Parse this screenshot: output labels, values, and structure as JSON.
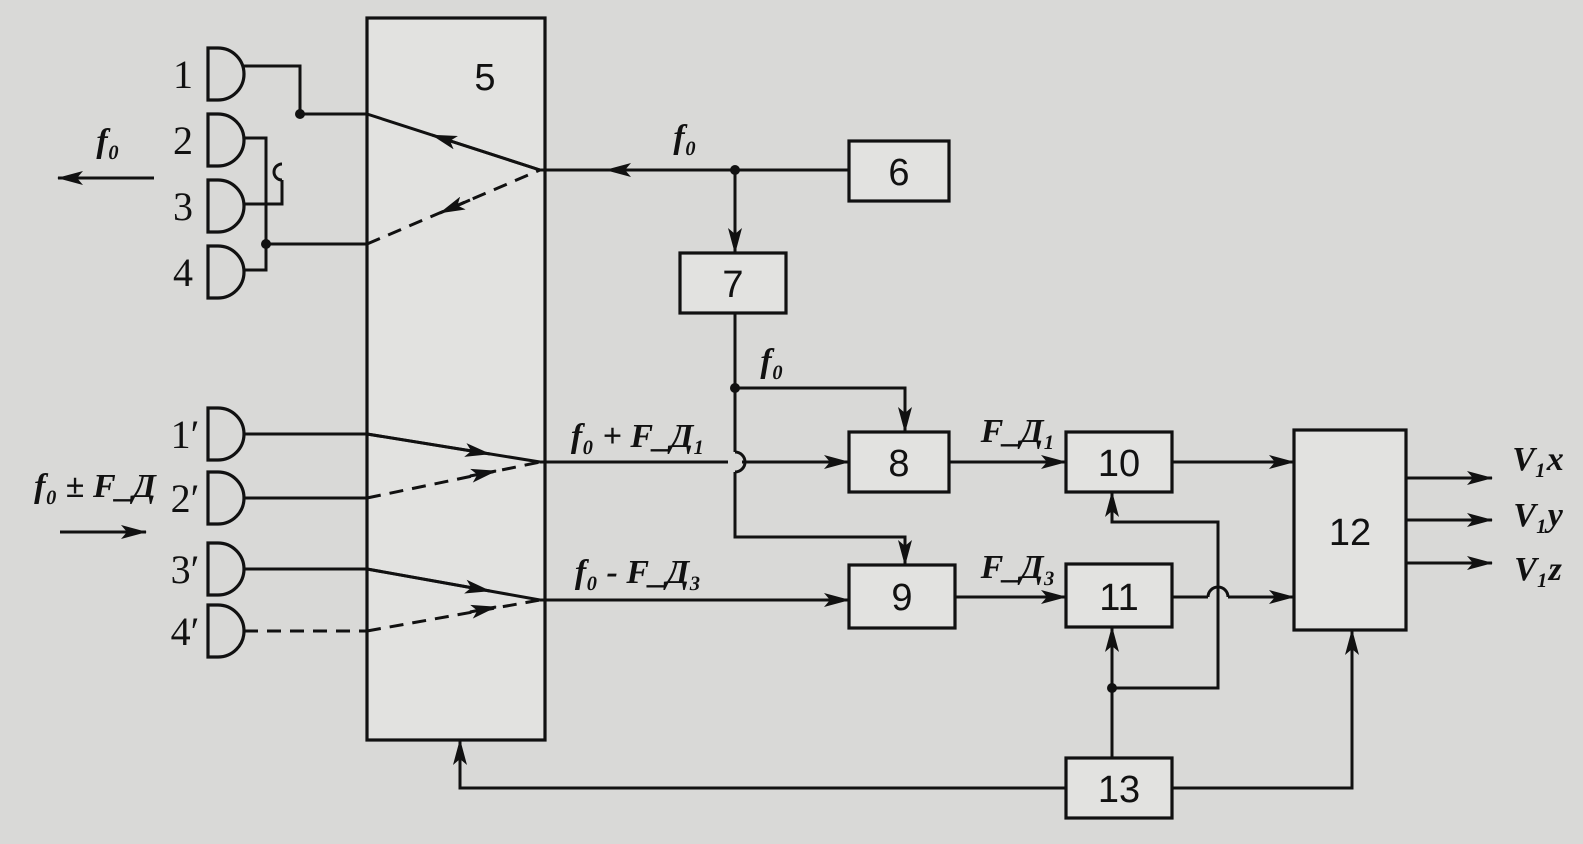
{
  "blocks": {
    "b5": "5",
    "b6": "6",
    "b7": "7",
    "b8": "8",
    "b9": "9",
    "b10": "10",
    "b11": "11",
    "b12": "12",
    "b13": "13"
  },
  "antennas_tx": [
    "1",
    "2",
    "3",
    "4"
  ],
  "antennas_rx": [
    "1′",
    "2′",
    "3′",
    "4′"
  ],
  "signals": {
    "tx_out": "f₀",
    "rx_in": "f₀ ± F_Д",
    "gen_to_switch": "f₀",
    "ref_to_mixers": "f₀",
    "plus_branch": "f₀ + F_Д₁",
    "minus_branch": "f₀ - F_Д₃",
    "fd1": "F_Д₁",
    "fd3": "F_Д₃"
  },
  "outputs": [
    "V₁x",
    "V₁y",
    "V₁z"
  ]
}
